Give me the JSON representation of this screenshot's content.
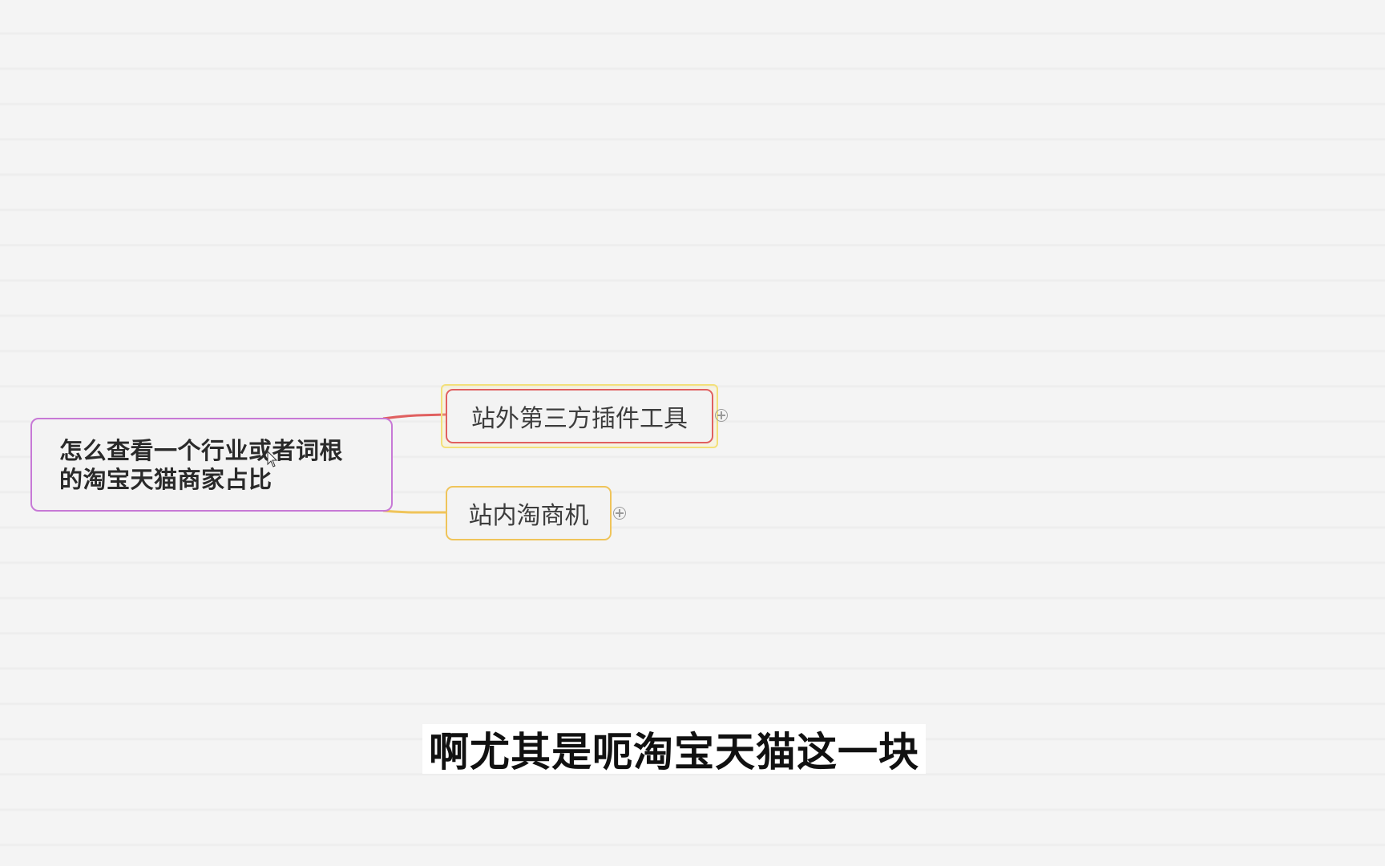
{
  "mindmap": {
    "root": {
      "label": "怎么查看一个行业或者词根的淘宝天猫商家占比",
      "line1": "怎么查看一个行业或者词根",
      "line2": "的淘宝天猫商家占比",
      "border_color": "#c779d6"
    },
    "children": [
      {
        "label": "站外第三方插件工具",
        "border_color": "#e06060",
        "connector_color": "#e06060",
        "selected": true,
        "expand_icon": "plus-circle-icon"
      },
      {
        "label": "站内淘商机",
        "border_color": "#efc45a",
        "connector_color": "#efc45a",
        "selected": false,
        "expand_icon": "plus-circle-icon"
      }
    ]
  },
  "subtitle": {
    "text": "啊尤其是呃淘宝天猫这一块"
  },
  "colors": {
    "background": "#f3f3f3",
    "selection_halo": "#f3e07a"
  }
}
